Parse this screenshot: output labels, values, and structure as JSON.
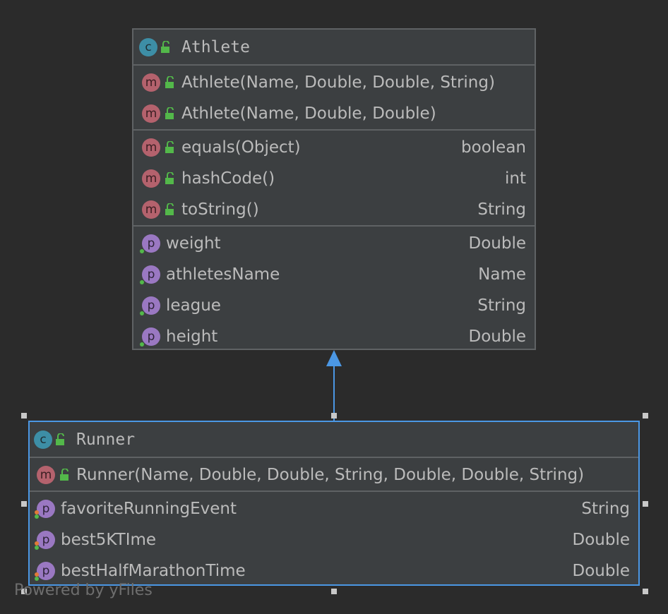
{
  "athlete": {
    "title": "Athlete",
    "constructors": [
      {
        "name": "Athlete(Name, Double, Double, String)"
      },
      {
        "name": "Athlete(Name, Double, Double)"
      }
    ],
    "methods": [
      {
        "name": "equals(Object)",
        "type": "boolean"
      },
      {
        "name": "hashCode()",
        "type": "int"
      },
      {
        "name": "toString()",
        "type": "String"
      }
    ],
    "properties": [
      {
        "name": "weight",
        "type": "Double"
      },
      {
        "name": "athletesName",
        "type": "Name"
      },
      {
        "name": "league",
        "type": "String"
      },
      {
        "name": "height",
        "type": "Double"
      }
    ]
  },
  "runner": {
    "title": "Runner",
    "constructors": [
      {
        "name": "Runner(Name, Double, Double, String, Double, Double, String)"
      }
    ],
    "properties": [
      {
        "name": "favoriteRunningEvent",
        "type": "String"
      },
      {
        "name": "best5KTIme",
        "type": "Double"
      },
      {
        "name": "bestHalfMarathonTime",
        "type": "Double"
      }
    ]
  },
  "badges": {
    "class": "c",
    "method": "m",
    "property": "p"
  },
  "watermark": "Powered by yFiles",
  "colors": {
    "background": "#2b2b2b",
    "node_fill": "#3c3f41",
    "node_border": "#5f6264",
    "selection": "#4b97e4",
    "class_badge": "#3d8ea6",
    "method_badge": "#b4626d",
    "property_badge": "#9a78c2",
    "lock": "#53b84a"
  },
  "icons": [
    "class-icon",
    "method-icon",
    "property-icon",
    "unlocked-padlock-icon",
    "inheritance-arrow-icon"
  ]
}
